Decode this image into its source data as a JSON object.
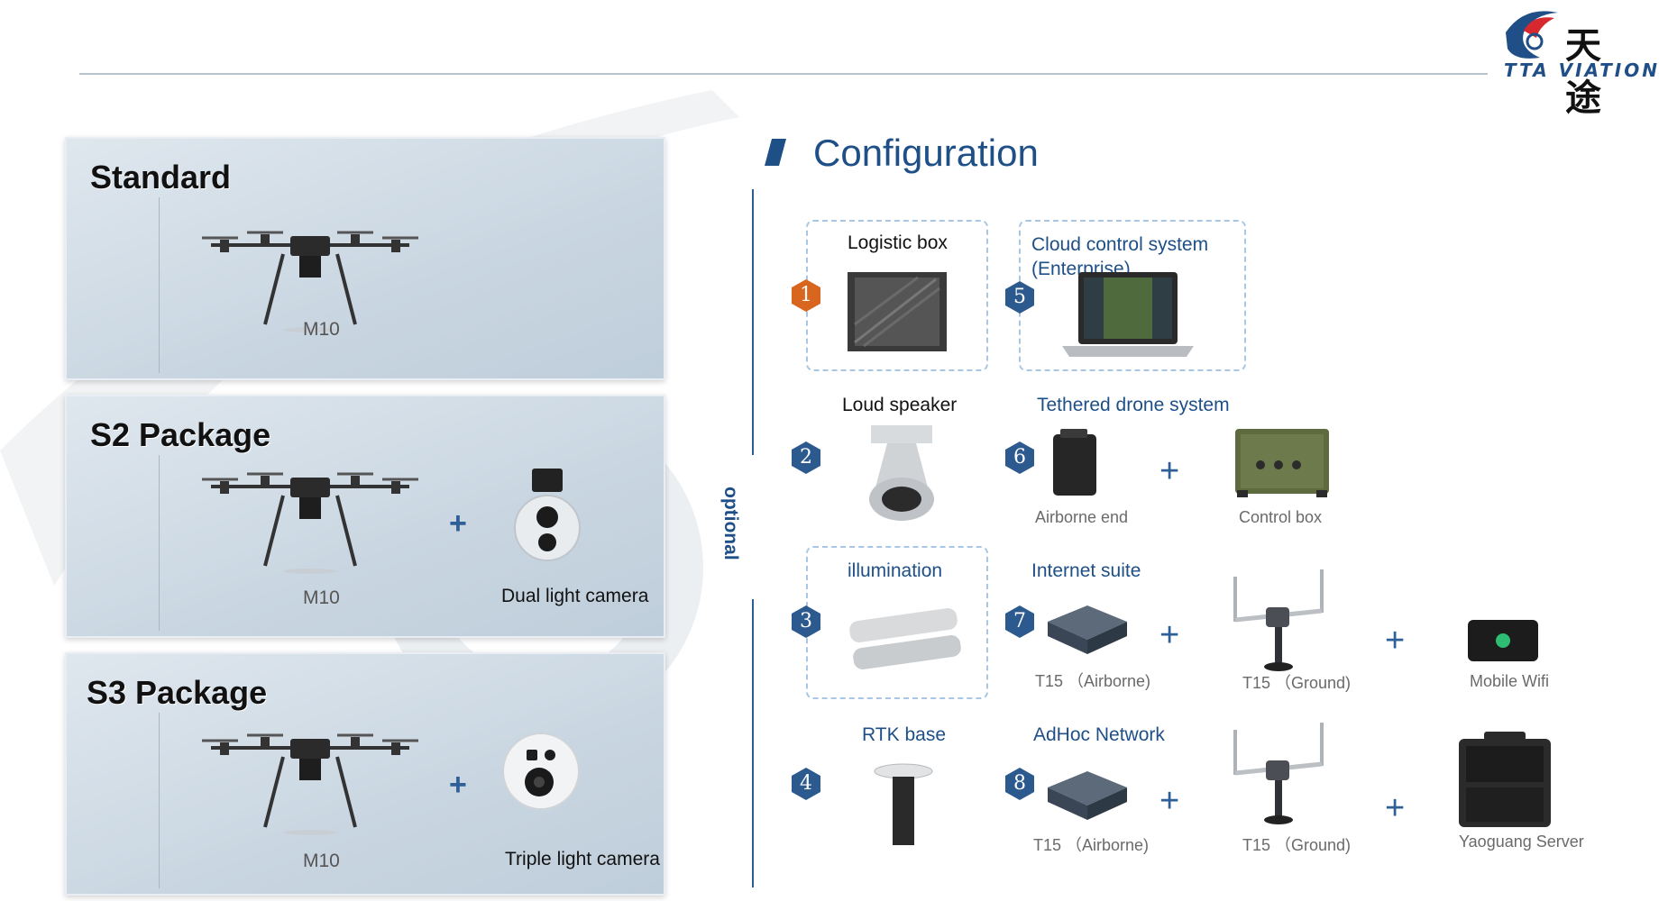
{
  "logo": {
    "name_cn": "天 途",
    "name_en": "TTA VIATION"
  },
  "packages": [
    {
      "title": "Standard",
      "model": "M10"
    },
    {
      "title": "S2 Package",
      "model": "M10",
      "camera": "Dual light camera"
    },
    {
      "title": "S3 Package",
      "model": "M10",
      "camera": "Triple light camera"
    }
  ],
  "configuration": {
    "title": "Configuration",
    "optional_label": "optional",
    "items": [
      {
        "num": "1",
        "label": "Logistic box"
      },
      {
        "num": "2",
        "label": "Loud speaker"
      },
      {
        "num": "3",
        "label": "illumination"
      },
      {
        "num": "4",
        "label": "RTK base"
      },
      {
        "num": "5",
        "label": "Cloud control system (Enterprise)"
      },
      {
        "num": "6",
        "label": "Tethered drone system",
        "parts": [
          "Airborne end",
          "Control box"
        ]
      },
      {
        "num": "7",
        "label": "Internet suite",
        "parts": [
          "T15 （Airborne)",
          "T15 （Ground)",
          "Mobile Wifi"
        ]
      },
      {
        "num": "8",
        "label": "AdHoc Network",
        "parts": [
          "T15 （Airborne)",
          "T15 （Ground)",
          "Yaoguang Server"
        ]
      }
    ]
  },
  "colors": {
    "brand_blue": "#1e4f87",
    "badge_orange": "#d9661e",
    "badge_blue": "#2c5a8f"
  }
}
